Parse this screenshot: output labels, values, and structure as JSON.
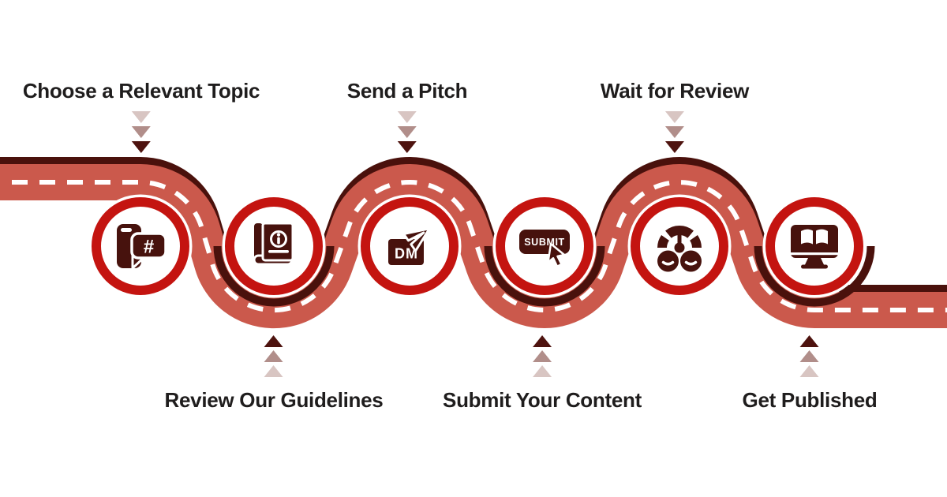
{
  "colors": {
    "background": "#ffffff",
    "road": "#cb594c",
    "road_edge": "#4a110c",
    "road_dash": "#ffffff",
    "ring": "#c41410",
    "icon": "#47120d",
    "label_text": "#1f1d1d",
    "arrow_light": "#d8c5c2",
    "arrow_mid": "#b18e8a",
    "arrow_dark": "#4e130f"
  },
  "steps": [
    {
      "label": "Choose a Relevant Topic",
      "position": "top",
      "icon": "phone-hashtag-chat-icon"
    },
    {
      "label": "Review Our Guidelines",
      "position": "bottom",
      "icon": "info-book-icon"
    },
    {
      "label": "Send a Pitch",
      "position": "top",
      "icon": "dm-paper-plane-icon"
    },
    {
      "label": "Submit Your Content",
      "position": "bottom",
      "icon": "submit-button-cursor-icon"
    },
    {
      "label": "Wait for Review",
      "position": "top",
      "icon": "review-gauge-icon"
    },
    {
      "label": "Get Published",
      "position": "bottom",
      "icon": "published-book-monitor-icon"
    }
  ],
  "icon_texts": {
    "hashtag": "#",
    "dm": "DM",
    "submit": "SUBMIT"
  }
}
